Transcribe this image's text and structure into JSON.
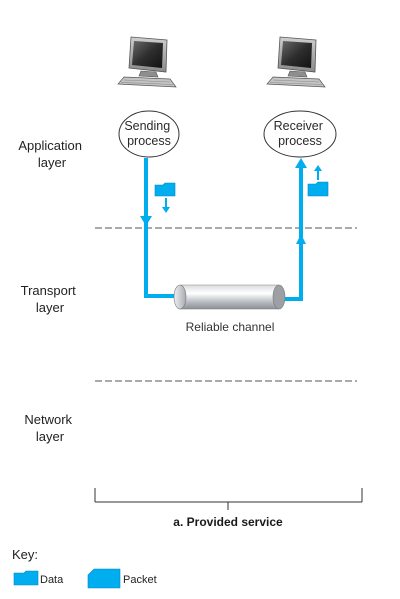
{
  "layers": {
    "application": [
      "Application",
      "layer"
    ],
    "transport": [
      "Transport",
      "layer"
    ],
    "network": [
      "Network",
      "layer"
    ]
  },
  "processes": {
    "sending": [
      "Sending",
      "process"
    ],
    "receiver": [
      "Receiver",
      "process"
    ]
  },
  "channel_label": "Reliable channel",
  "caption": "a. Provided service",
  "key": {
    "title": "Key:",
    "data_label": "Data",
    "packet_label": "Packet"
  },
  "colors": {
    "accent": "#00aeef",
    "dashed_line": "#555555",
    "text": "#222222"
  },
  "icons": {
    "hosts": "desktop-computer-icon",
    "data_unit": "data-icon",
    "packet_unit": "packet-icon"
  }
}
